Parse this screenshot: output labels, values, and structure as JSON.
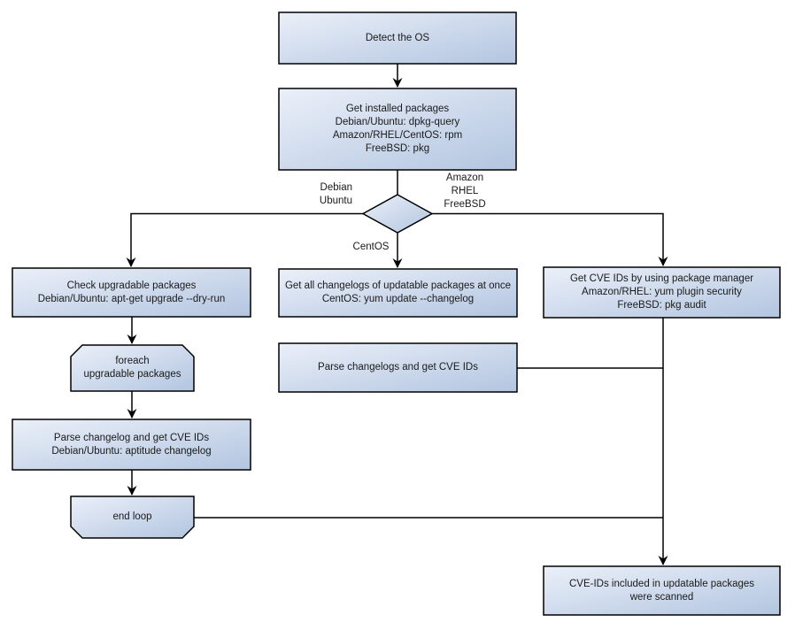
{
  "diagram": {
    "type": "flowchart",
    "nodes": {
      "detect_os": "Detect the OS",
      "get_installed": "Get installed packages\nDebian/Ubuntu: dpkg-query\nAmazon/RHEL/CentOS: rpm\nFreeBSD: pkg",
      "check_upgradable": "Check upgradable packages\nDebian/Ubuntu: apt-get upgrade --dry-run",
      "foreach_loop": "foreach\nupgradable  packages",
      "parse_changelog_left": "Parse changelog and get  CVE IDs\nDebian/Ubuntu: aptitude changelog",
      "end_loop": "end loop",
      "get_all_changelogs": "Get all changelogs of updatable packages at once\nCentOS: yum update --changelog",
      "parse_changelogs_mid": "Parse changelogs and get CVE IDs",
      "get_cve_ids_right": "Get CVE IDs by using package manager\nAmazon/RHEL: yum plugin security\nFreeBSD: pkg audit",
      "scanned_result": "CVE-IDs included in updatable packages\nwere scanned"
    },
    "edge_labels": {
      "branch_left": "Debian\nUbuntu",
      "branch_right": "Amazon\nRHEL\nFreeBSD",
      "branch_down": "CentOS"
    },
    "colors": {
      "box_gradient_start": "#ebf0f9",
      "box_gradient_end": "#b2c5e0",
      "border": "#000000",
      "line": "#000000",
      "text": "#1a1a1a",
      "background": "#ffffff"
    }
  }
}
